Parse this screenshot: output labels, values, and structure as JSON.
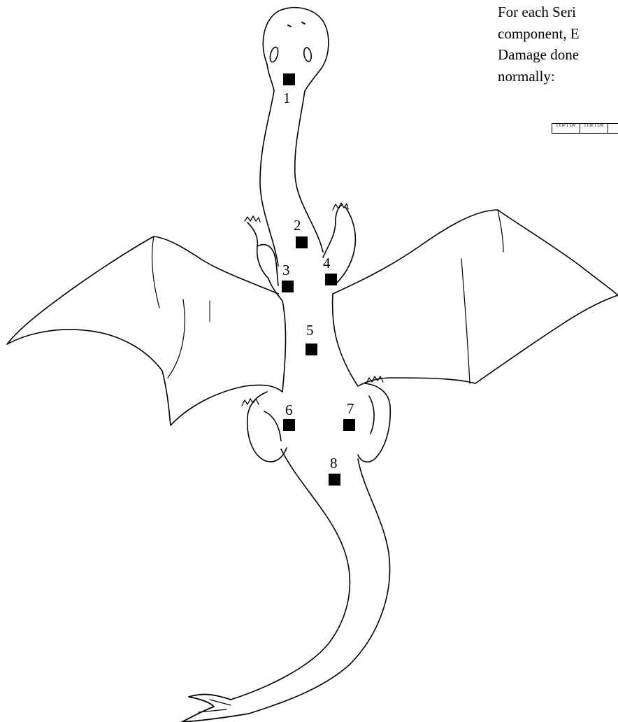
{
  "intro_text": [
    "For each Seri",
    "component, E",
    "Damage done",
    "normally:"
  ],
  "counter_strip": {
    "cells": [
      "1 LW\n1 LW",
      "1 LW\n1 LW",
      ""
    ]
  },
  "hit_locations": [
    {
      "number": "1"
    },
    {
      "number": "2"
    },
    {
      "number": "3"
    },
    {
      "number": "4"
    },
    {
      "number": "5"
    },
    {
      "number": "6"
    },
    {
      "number": "7"
    },
    {
      "number": "8"
    }
  ],
  "colors": {
    "ink": "#000000",
    "paper": "#ffffff"
  }
}
